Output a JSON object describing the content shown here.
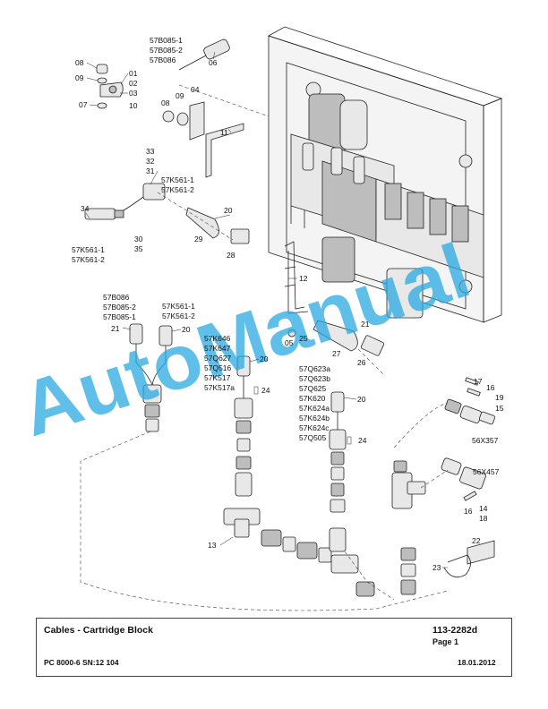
{
  "title_block": {
    "title": "Cables - Cartridge Block",
    "drawing_number": "113-2282d",
    "page": "Page 1",
    "model": "PC 8000-6 SN:12 104",
    "date": "18.01.2012"
  },
  "watermark": "AutoManual",
  "callouts": {
    "c08a": "08",
    "c09a": "09",
    "c01": "01",
    "c02": "02",
    "c03": "03",
    "c07": "07",
    "c10": "10",
    "sensor_top_1": "57B085-1",
    "sensor_top_2": "57B085-2",
    "sensor_top_3": "57B086",
    "c06": "06",
    "c08b": "08",
    "c09b": "09",
    "c04": "04",
    "c11": "11",
    "c33": "33",
    "c32": "32",
    "c31": "31",
    "k561_a1": "57K561-1",
    "k561_a2": "57K561-2",
    "c34": "34",
    "k561_b1": "57K561-1",
    "k561_b2": "57K561-2",
    "c30": "30",
    "c35": "35",
    "c20a": "20",
    "c29": "29",
    "c28": "28",
    "c12": "12",
    "left_1": "57B086",
    "left_2": "57B085-2",
    "left_3": "57B085-1",
    "c21a": "21",
    "right_1": "57K561-1",
    "right_2": "57K561-2",
    "c20b": "20",
    "c05": "05",
    "c25": "25",
    "c27": "27",
    "c21b": "21",
    "c26": "26",
    "mid_1": "57K646",
    "mid_2": "57K647",
    "mid_3": "57Q627",
    "mid_4": "57Q516",
    "mid_5": "57K517",
    "mid_6": "57K517a",
    "c20c": "20",
    "c24a": "24",
    "grp_1": "57Q623a",
    "grp_2": "57Q623b",
    "grp_3": "57Q625",
    "grp_4": "57K620",
    "grp_5": "57K624a",
    "grp_6": "57K624b",
    "grp_7": "57K624c",
    "grp_8": "57Q505",
    "c20d": "20",
    "c24b": "24",
    "c17": "17",
    "c16a": "16",
    "c19": "19",
    "c15": "15",
    "x357": "56X357",
    "x457": "56X457",
    "c16b": "16",
    "c14": "14",
    "c18": "18",
    "c22": "22",
    "c23": "23",
    "c13": "13"
  }
}
